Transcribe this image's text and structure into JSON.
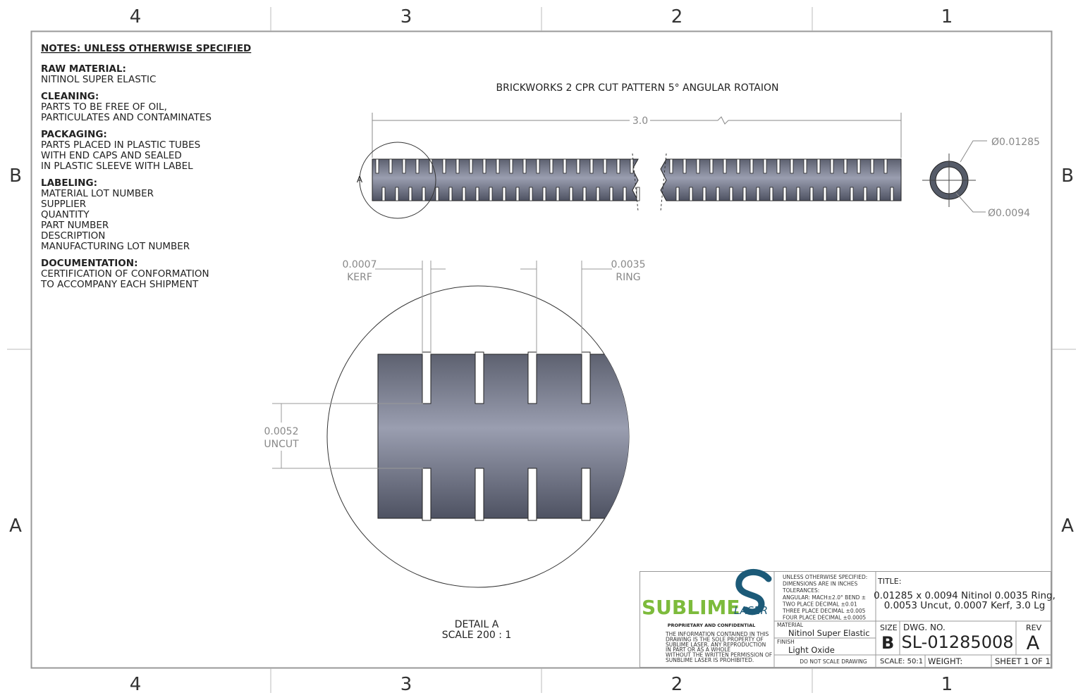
{
  "zones": {
    "columns": [
      "4",
      "3",
      "2",
      "1"
    ],
    "rows": [
      "B",
      "A"
    ]
  },
  "notes": {
    "heading": "NOTES: UNLESS OTHERWISE SPECIFIED",
    "sections": [
      {
        "title": "RAW MATERIAL:",
        "lines": [
          "NITINOL SUPER ELASTIC"
        ]
      },
      {
        "title": "CLEANING:",
        "lines": [
          "PARTS TO BE FREE OF OIL,",
          "PARTICULATES AND CONTAMINATES"
        ]
      },
      {
        "title": "PACKAGING:",
        "lines": [
          "PARTS PLACED IN PLASTIC TUBES",
          "WITH END CAPS AND SEALED",
          "IN PLASTIC SLEEVE WITH LABEL"
        ]
      },
      {
        "title": "LABELING:",
        "lines": [
          "MATERIAL LOT NUMBER",
          "SUPPLIER",
          "QUANTITY",
          "PART NUMBER",
          "DESCRIPTION",
          "MANUFACTURING LOT NUMBER"
        ]
      },
      {
        "title": "DOCUMENTATION:",
        "lines": [
          "CERTIFICATION OF CONFORMATION",
          "TO ACCOMPANY EACH SHIPMENT"
        ]
      }
    ]
  },
  "main_view": {
    "caption": "BRICKWORKS 2 CPR CUT PATTERN 5° ANGULAR ROTAION",
    "length_dim": "3.0",
    "detail_callout": "A",
    "od_dim": "Ø0.01285",
    "id_dim": "Ø0.0094"
  },
  "detail": {
    "kerf_value": "0.0007",
    "kerf_label": "KERF",
    "ring_value": "0.0035",
    "ring_label": "RING",
    "uncut_value": "0.0052",
    "uncut_label": "UNCUT",
    "title": "DETAIL A",
    "scale": "SCALE 200 : 1"
  },
  "title_block": {
    "logo_primary": "SUBLIME",
    "logo_secondary": "LASER",
    "brand_colors": {
      "green": "#7dbb3c",
      "blue": "#1c5a78"
    },
    "proprietary_heading": "PROPRIETARY AND CONFIDENTIAL",
    "proprietary_text": [
      "THE INFORMATION CONTAINED IN THIS",
      "DRAWING IS THE SOLE PROPERTY OF",
      "SUBLIME LASER.  ANY REPRODUCTION",
      " IN PART OR AS A WHOLE",
      "WITHOUT THE WRITTEN PERMISSION OF",
      "SUNBLIME LASER IS PROHIBITED."
    ],
    "tolerances": [
      "UNLESS OTHERWISE SPECIFIED:",
      "DIMENSIONS ARE IN INCHES",
      "TOLERANCES:",
      "ANGULAR: MACH±2.0° BEND ±",
      "TWO PLACE DECIMAL    ±0.01",
      "THREE PLACE DECIMAL  ±0.005",
      "FOUR PLACE DECIMAL  ±0.0005"
    ],
    "material_label": "MATERIAL",
    "material": "Nitinol Super Elastic",
    "finish_label": "FINISH",
    "finish": "Light Oxide",
    "no_scale": "DO NOT SCALE DRAWING",
    "title_label": "TITLE:",
    "title_lines": [
      "0.01285 x 0.0094 Nitinol 0.0035 Ring,",
      "0.0053 Uncut, 0.0007 Kerf, 3.0 Lg"
    ],
    "size_label": "SIZE",
    "size": "B",
    "dwg_label": "DWG.  NO.",
    "dwg_no": "SL-01285008",
    "rev_label": "REV",
    "rev": "A",
    "scale": "SCALE: 50:1",
    "weight": "WEIGHT:",
    "sheet": "SHEET 1 OF 1"
  }
}
